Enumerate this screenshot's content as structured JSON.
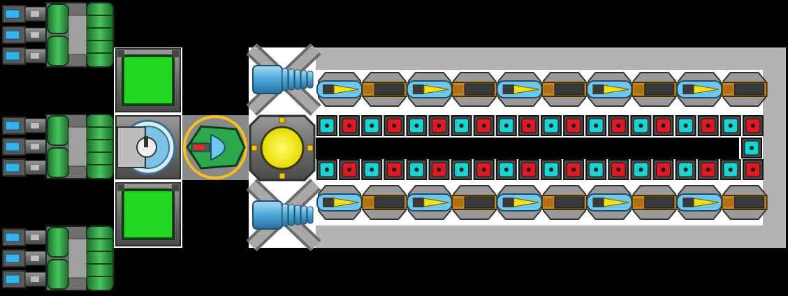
{
  "scene": {
    "type": "ship-builder-grid",
    "background_color": "#000000",
    "floor_color": "#ffffff",
    "hull_color": "#b3b3b3"
  },
  "thrusters": {
    "count": 3,
    "nozzles_per_group": 3,
    "nozzle_color": "#3ab0e8",
    "tank_color": "#33a84a"
  },
  "modules": {
    "generator_color": "#1fd81f",
    "shield_color": "#7cc3e6",
    "cockpit_color": "#2ca84a",
    "reactor_core_color": "#ffff00"
  },
  "weapons": {
    "column_count": 10,
    "rows": 2,
    "pattern": [
      "laser-turret",
      "railgun-turret"
    ],
    "laser_color": "#f2e11a",
    "rail_color": "#c8861e"
  },
  "ammo_belt": {
    "cells_per_row": 20,
    "rows": 2,
    "pattern": [
      "cyan-ammo",
      "red-ammo"
    ],
    "cyan_color": "#19d2d2",
    "red_color": "#dd1a22"
  }
}
